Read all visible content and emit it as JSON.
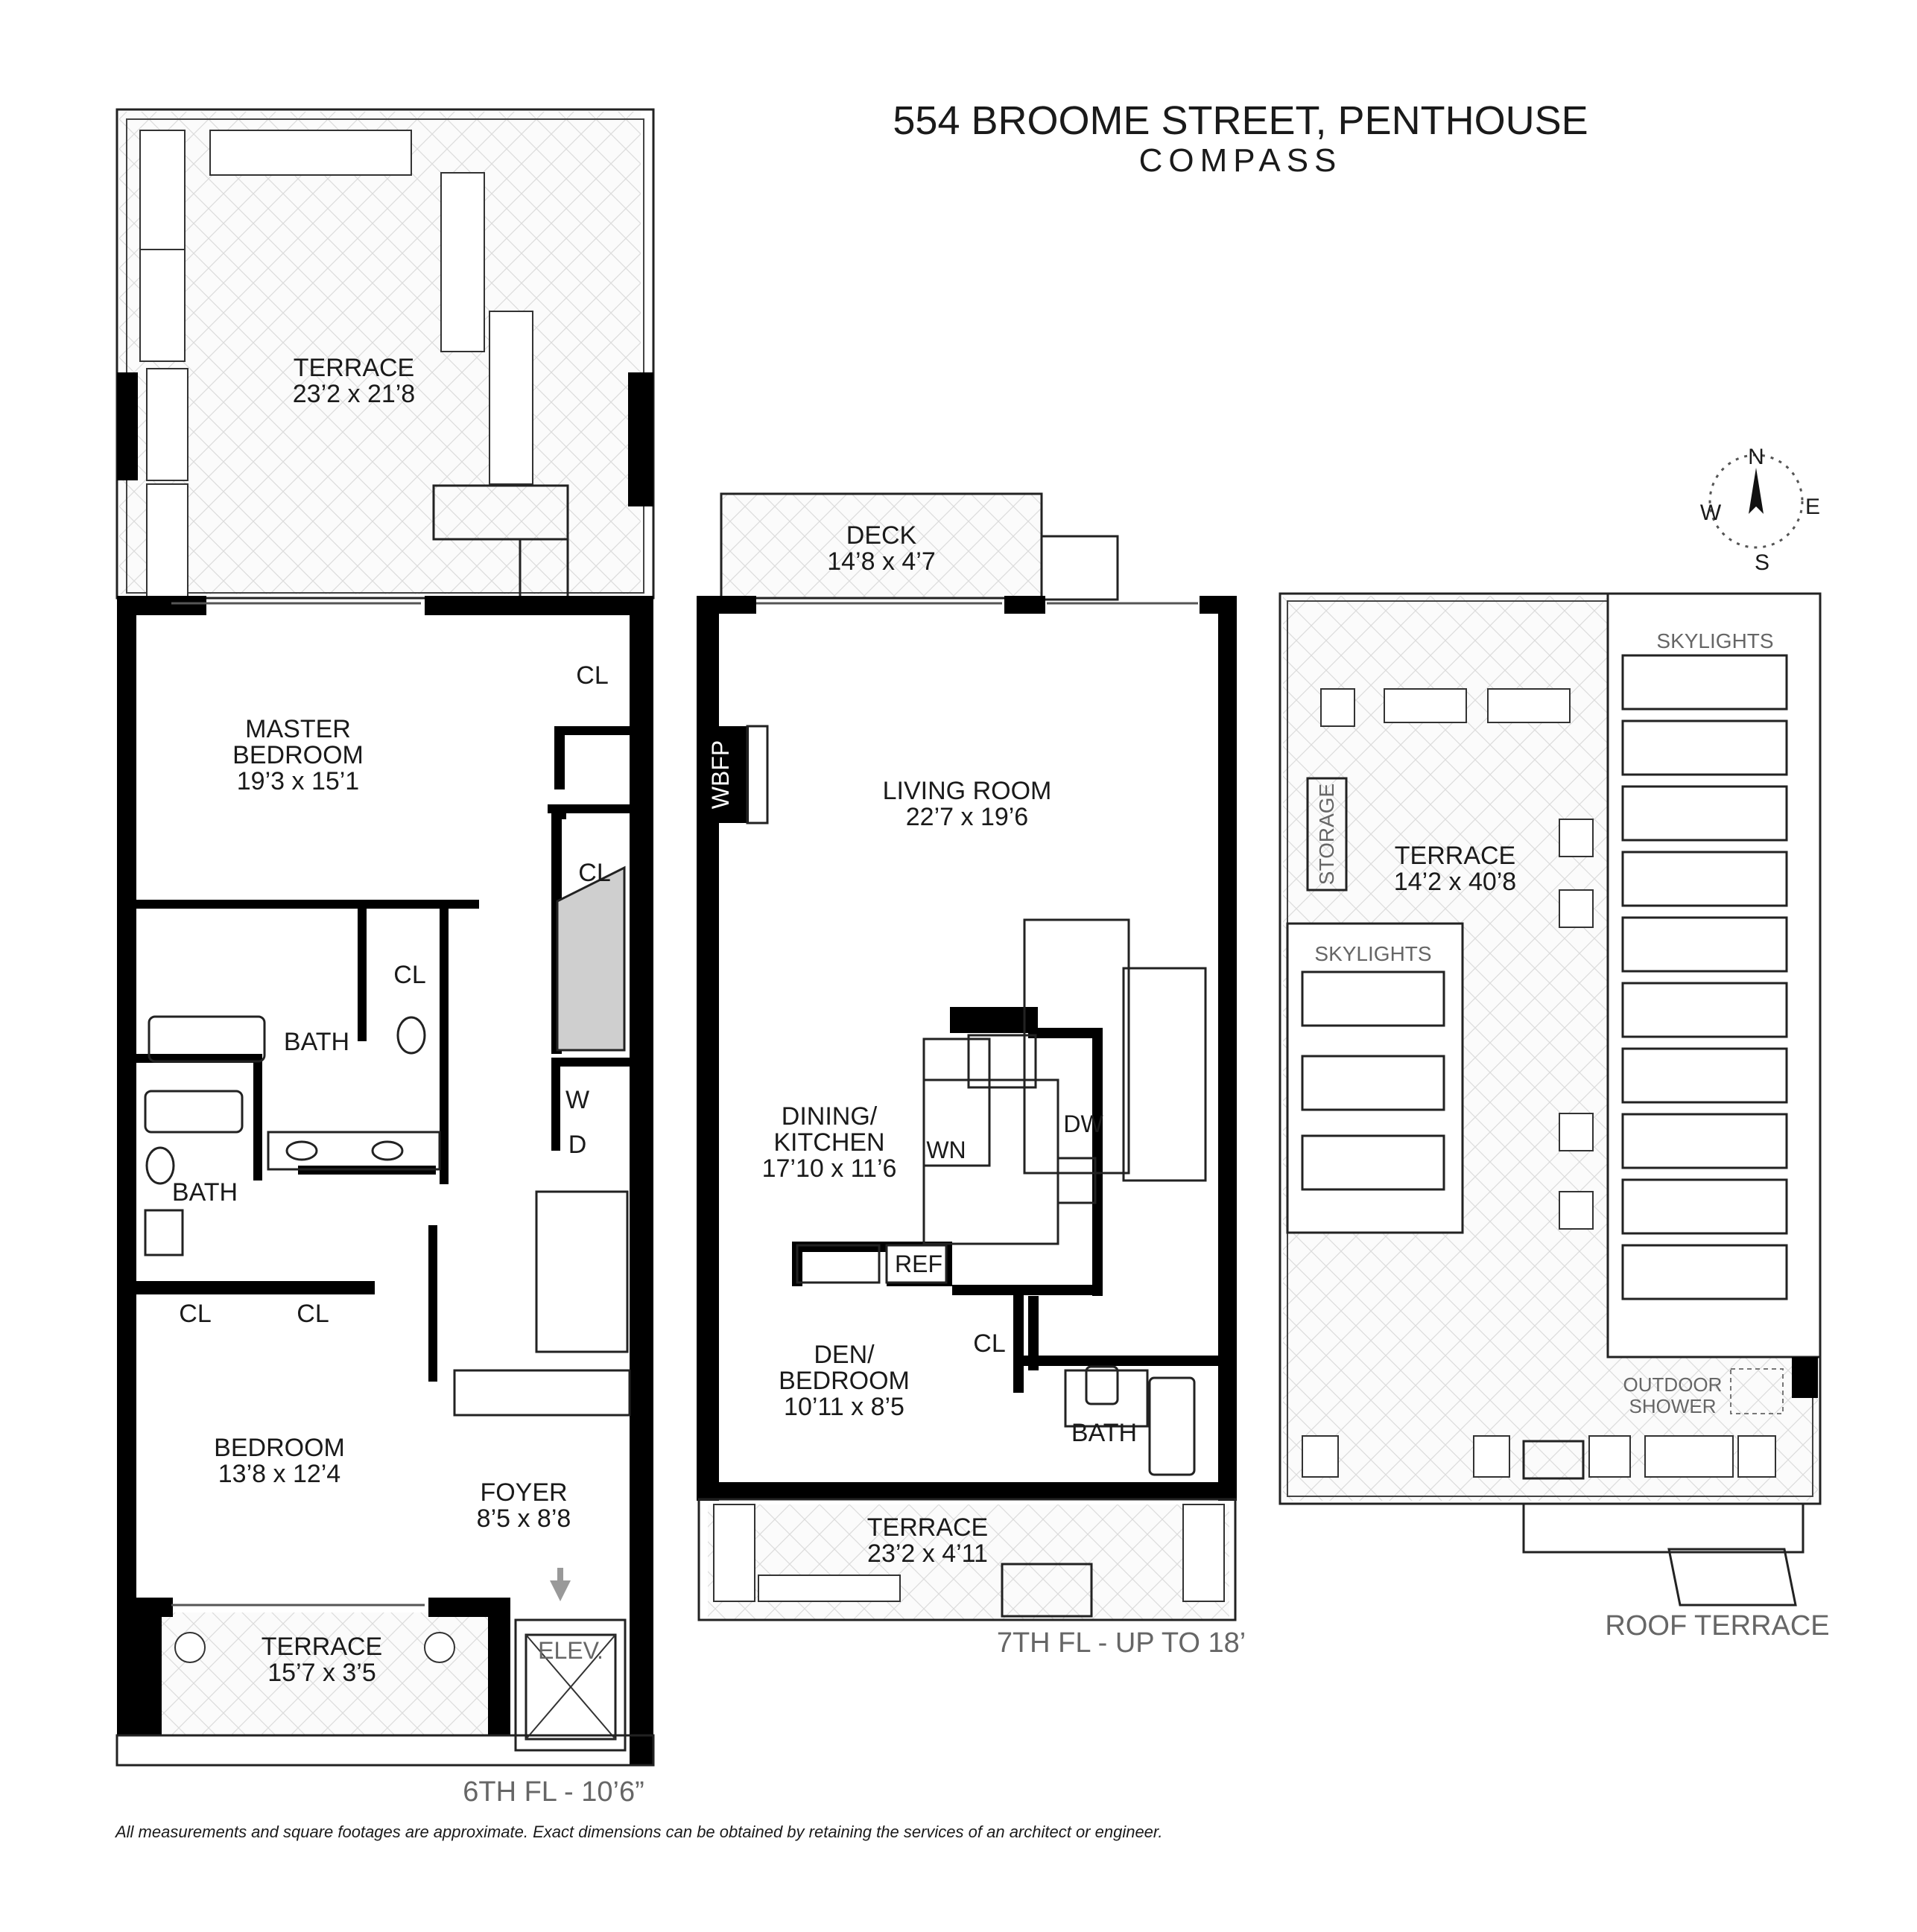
{
  "header": {
    "address": "554 BROOME STREET, PENTHOUSE",
    "brand": "COMPASS"
  },
  "compass_rose": {
    "n": "N",
    "s": "S",
    "e": "E",
    "w": "W"
  },
  "floor_6": {
    "caption": "6TH FL - 10’6”",
    "rooms": {
      "terrace_top": {
        "name": "TERRACE",
        "dims": "23’2 x 21’8"
      },
      "master_bedroom": {
        "name_line1": "MASTER",
        "name_line2": "BEDROOM",
        "dims": "19’3 x 15’1"
      },
      "cl1": "CL",
      "cl2": "CL",
      "cl3": "CL",
      "bath1": "BATH",
      "bath2": "BATH",
      "washer": "W",
      "dryer": "D",
      "cl4": "CL",
      "cl5": "CL",
      "bedroom": {
        "name": "BEDROOM",
        "dims": "13’8 x 12’4"
      },
      "foyer": {
        "name": "FOYER",
        "dims": "8’5 x 8’8"
      },
      "terrace_bottom": {
        "name": "TERRACE",
        "dims": "15’7 x 3’5"
      },
      "elevator": "ELEV."
    }
  },
  "floor_7": {
    "caption": "7TH FL - UP TO 18’",
    "rooms": {
      "deck": {
        "name": "DECK",
        "dims": "14’8 x 4’7"
      },
      "wbfp": "WBFP",
      "living_room": {
        "name": "LIVING ROOM",
        "dims": "22’7 x 19’6"
      },
      "dining_kitchen": {
        "name_line1": "DINING/",
        "name_line2": "KITCHEN",
        "dims": "17’10 x 11’6"
      },
      "wn": "WN",
      "dw": "DW",
      "ref": "REF",
      "den": {
        "name_line1": "DEN/",
        "name_line2": "BEDROOM",
        "dims": "10’11 x 8’5"
      },
      "cl": "CL",
      "bath": "BATH",
      "terrace": {
        "name": "TERRACE",
        "dims": "23’2 x 4’11"
      }
    }
  },
  "roof": {
    "caption": "ROOF TERRACE",
    "rooms": {
      "skylights_right": "SKYLIGHTS",
      "skylights_left": "SKYLIGHTS",
      "storage": "STORAGE",
      "terrace": {
        "name": "TERRACE",
        "dims": "14’2 x 40’8"
      },
      "outdoor_shower_line1": "OUTDOOR",
      "outdoor_shower_line2": "SHOWER"
    }
  },
  "footer": {
    "disclaimer": "All measurements and square footages are approximate. Exact dimensions can be obtained by retaining the services of an architect or engineer."
  }
}
